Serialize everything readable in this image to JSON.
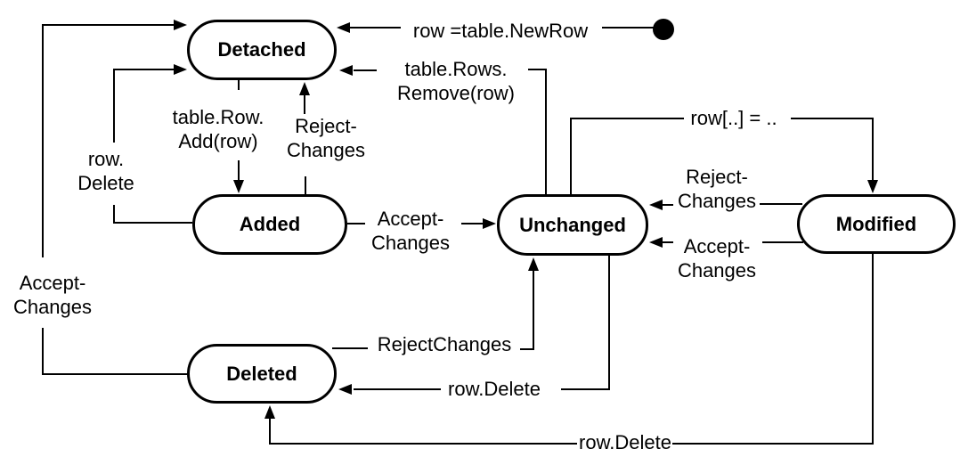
{
  "diagram": {
    "kind": "uml-state-diagram",
    "colors": {
      "line": "#000000",
      "state_fill": "#ffffff",
      "text": "#000000",
      "background": "#ffffff"
    },
    "initial_marker": "filled-circle",
    "states": [
      {
        "id": "detached",
        "label": "Detached"
      },
      {
        "id": "added",
        "label": "Added"
      },
      {
        "id": "unchanged",
        "label": "Unchanged"
      },
      {
        "id": "modified",
        "label": "Modified"
      },
      {
        "id": "deleted",
        "label": "Deleted"
      }
    ],
    "transitions": [
      {
        "from": "start",
        "to": "detached",
        "label": "row =table.NewRow"
      },
      {
        "from": "unchanged",
        "to": "detached",
        "label": "table.Rows.\nRemove(row)"
      },
      {
        "from": "detached",
        "to": "added",
        "label": "table.Row.\nAdd(row)"
      },
      {
        "from": "added",
        "to": "detached",
        "label": "Reject-\nChanges"
      },
      {
        "from": "added",
        "to": "unchanged",
        "label": "Accept-\nChanges"
      },
      {
        "from": "added",
        "to": "detached",
        "label": "row.\nDelete"
      },
      {
        "from": "unchanged",
        "to": "modified",
        "label": "row[..] = .."
      },
      {
        "from": "modified",
        "to": "unchanged",
        "label": "Reject-\nChanges"
      },
      {
        "from": "modified",
        "to": "unchanged",
        "label": "Accept-\nChanges"
      },
      {
        "from": "deleted",
        "to": "unchanged",
        "label": "RejectChanges"
      },
      {
        "from": "unchanged",
        "to": "deleted",
        "label": "row.Delete"
      },
      {
        "from": "deleted",
        "to": "detached",
        "label": "Accept-\nChanges"
      },
      {
        "from": "modified",
        "to": "deleted",
        "label": "row.Delete"
      }
    ]
  }
}
